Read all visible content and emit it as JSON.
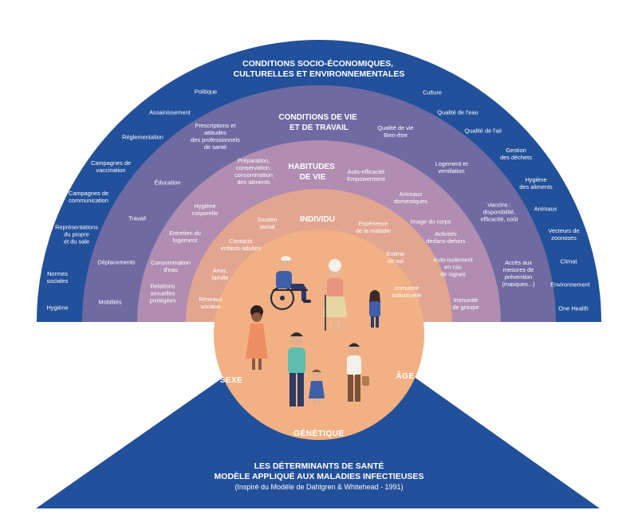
{
  "colors": {
    "outer": "#22509a",
    "ring2": "#6f6aa2",
    "ring3": "#b08db1",
    "ring4": "#e2a590",
    "center": "#f2b184",
    "base": "#23509a"
  },
  "rings": {
    "outer_title": [
      "CONDITIONS SOCIO-ÉCONOMIQUES,",
      "CULTURELLES ET ENVIRONNEMENTALES"
    ],
    "ring2_title": [
      "CONDITIONS DE VIE",
      "ET DE TRAVAIL"
    ],
    "ring3_title": [
      "HABITUDES",
      "DE VIE"
    ],
    "ring4_title": [
      "INDIVIDU"
    ]
  },
  "outer_items": [
    {
      "lines": [
        "Politique"
      ]
    },
    {
      "lines": [
        "Assainissement"
      ]
    },
    {
      "lines": [
        "Réglementation"
      ]
    },
    {
      "lines": [
        "Campagnes de",
        "vaccination"
      ]
    },
    {
      "lines": [
        "Campagnes de",
        "communication"
      ]
    },
    {
      "lines": [
        "Représentations",
        "du propre",
        "et du sale"
      ]
    },
    {
      "lines": [
        "Normes",
        "sociales"
      ]
    },
    {
      "lines": [
        "Hygiène"
      ]
    },
    {
      "lines": [
        "Culture"
      ]
    },
    {
      "lines": [
        "Qualité de l'eau"
      ]
    },
    {
      "lines": [
        "Qualité de l'air"
      ]
    },
    {
      "lines": [
        "Gestion",
        "des déchets"
      ]
    },
    {
      "lines": [
        "Hygiène",
        "des aliments"
      ]
    },
    {
      "lines": [
        "Animaux"
      ]
    },
    {
      "lines": [
        "Vecteurs de",
        "zoonoses"
      ]
    },
    {
      "lines": [
        "Climat"
      ]
    },
    {
      "lines": [
        "Environnement"
      ]
    },
    {
      "lines": [
        "One Health"
      ]
    }
  ],
  "ring2_items": [
    {
      "lines": [
        "Prescriptions et",
        "attitudes",
        "des professionnels",
        "de santé"
      ]
    },
    {
      "lines": [
        "Éducation"
      ]
    },
    {
      "lines": [
        "Travail"
      ]
    },
    {
      "lines": [
        "Déplacements"
      ]
    },
    {
      "lines": [
        "Mobilités"
      ]
    },
    {
      "lines": [
        "Qualité de vie",
        "Bien-être"
      ]
    },
    {
      "lines": [
        "Logement et",
        "ventilation"
      ]
    },
    {
      "lines": [
        "Vaccins :",
        "disponibilité,",
        "efficacité, coût"
      ]
    },
    {
      "lines": [
        "Accès aux",
        "mesures de",
        "prévention",
        "(masques...)"
      ]
    }
  ],
  "ring3_items": [
    {
      "lines": [
        "Préparation,",
        "conservation,",
        "consommation",
        "des aliments"
      ]
    },
    {
      "lines": [
        "Hygiène",
        "corporelle"
      ]
    },
    {
      "lines": [
        "Entretien du",
        "logement"
      ]
    },
    {
      "lines": [
        "Consommation",
        "d'eau"
      ]
    },
    {
      "lines": [
        "Relations",
        "sexuelles",
        "protégées"
      ]
    },
    {
      "lines": [
        "Auto-efficacité",
        "Empowerment"
      ]
    },
    {
      "lines": [
        "Animaux",
        "domestiques"
      ]
    },
    {
      "lines": [
        "Image du corps"
      ]
    },
    {
      "lines": [
        "Activités",
        "dedans-dehors"
      ]
    },
    {
      "lines": [
        "Auto-isolement",
        "en cas",
        "de signes"
      ]
    },
    {
      "lines": [
        "Immunité",
        "de groupe"
      ]
    }
  ],
  "ring4_items": [
    {
      "lines": [
        "Soutien",
        "social"
      ]
    },
    {
      "lines": [
        "Contacts",
        "enfants-adultes"
      ]
    },
    {
      "lines": [
        "Amis,",
        "famille"
      ]
    },
    {
      "lines": [
        "Réseaux",
        "sociaux"
      ]
    },
    {
      "lines": [
        "Expérience",
        "de la maladie"
      ]
    },
    {
      "lines": [
        "Estime",
        "de soi"
      ]
    },
    {
      "lines": [
        "Immunité",
        "individuelle"
      ]
    }
  ],
  "center_labels": {
    "left": "SEXE",
    "right": "ÂGE",
    "bottom": "GÉNÉTIQUE"
  },
  "footer": {
    "title_line1": "LES DÉTERMINANTS DE SANTÉ",
    "title_line2": "MODÈLE APPLIQUÉ AUX MALADIES INFECTIEUSES",
    "subtitle": "(Inspiré du Modèle de Dahlgren & Whitehead - 1991)"
  }
}
